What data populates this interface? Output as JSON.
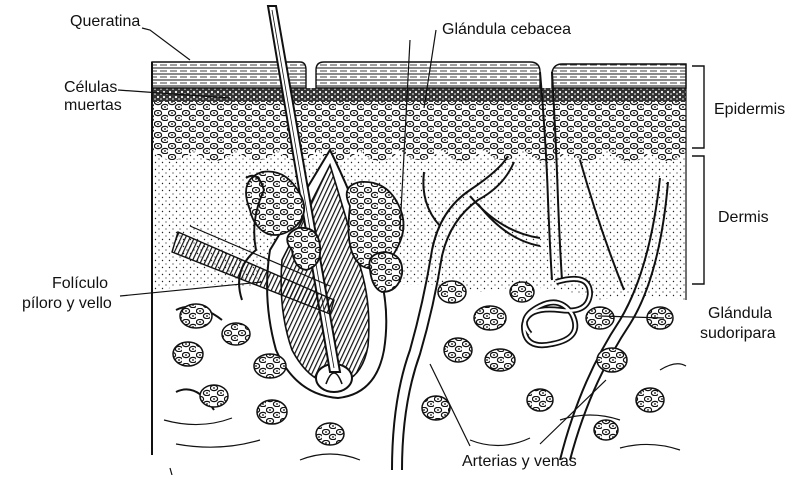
{
  "diagram": {
    "labels": {
      "queratina": "Queratina",
      "celulas_line1": "Células",
      "celulas_line2": "muertas",
      "glandula_cebacea": "Glándula cebacea",
      "epidermis": "Epidermis",
      "dermis": "Dermis",
      "foliculo_line1": "Folículo",
      "foliculo_line2": "píloro y vello",
      "sudoripara_line1": "Glándula",
      "sudoripara_line2": "sudoripara",
      "arterias": "Arterias y venas"
    },
    "colors": {
      "ink": "#111111",
      "background": "#ffffff"
    }
  }
}
